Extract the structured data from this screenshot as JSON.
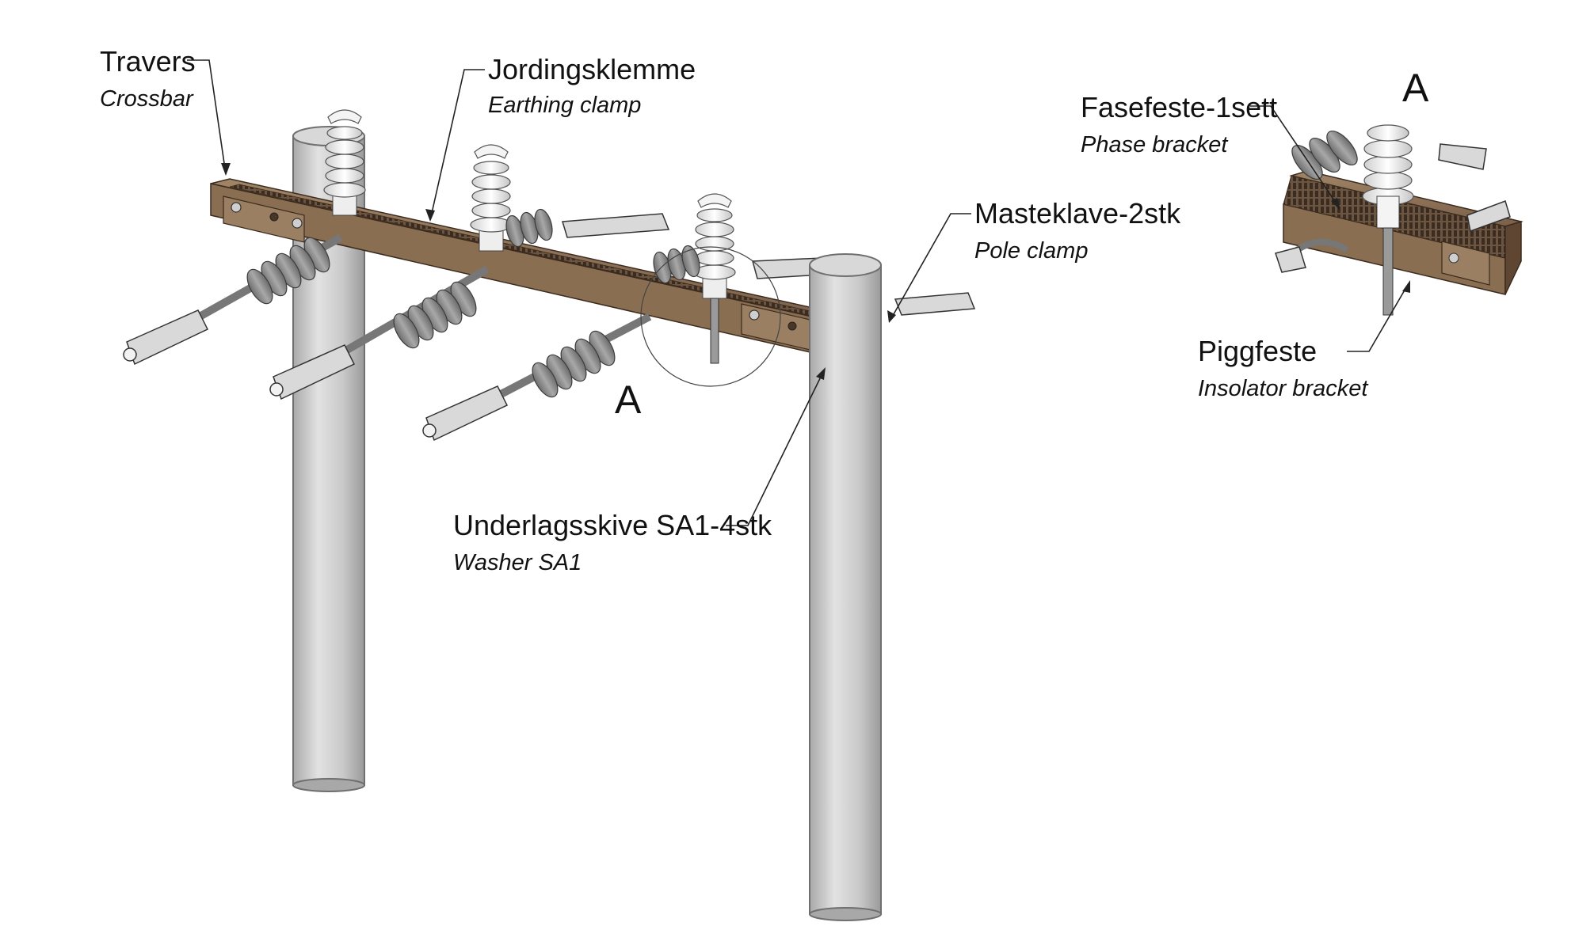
{
  "labels": {
    "travers": {
      "main": "Travers",
      "sub": "Crossbar"
    },
    "jordingsklemme": {
      "main": "Jordingsklemme",
      "sub": "Earthing clamp"
    },
    "masteklave": {
      "main": "Masteklave-2stk",
      "sub": "Pole clamp"
    },
    "underlagsskive": {
      "main": "Underlagsskive SA1-4stk",
      "sub": "Washer SA1"
    },
    "fasefeste": {
      "main": "Fasefeste-1sett",
      "sub": "Phase bracket"
    },
    "piggfeste": {
      "main": "Piggfeste",
      "sub": "Insolator bracket"
    }
  },
  "detail_marker": "A",
  "detail_title": "A",
  "colors": {
    "crossbar": "#8a6e52",
    "crossbar_dark": "#5e4632",
    "pole": "#c8c8c8",
    "insulator_white": "#f2f2f2",
    "insulator_grey": "#8e8e8e",
    "metal": "#b9b9b9"
  }
}
